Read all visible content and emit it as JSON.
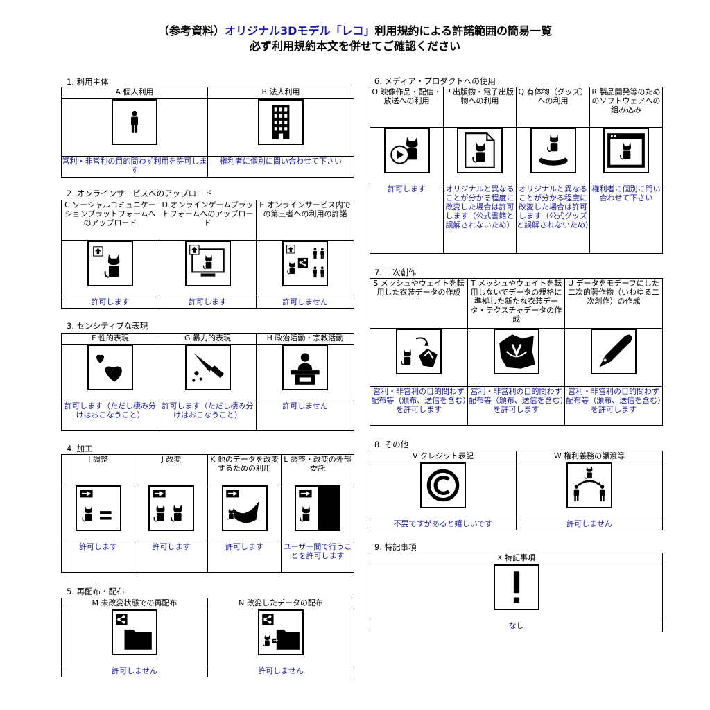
{
  "title": {
    "prefix": "（参考資料）",
    "accent": "オリジナル3Dモデル「レコ」",
    "suffix": "利用規約による許諾範囲の簡易一覧",
    "line2": "必ず利用規約本文を併せてご確認ください"
  },
  "colors": {
    "accent": "#1a1aa0",
    "border": "#000000"
  },
  "sections": {
    "s1": {
      "label": "1. 利用主体",
      "cells": [
        {
          "head": "A 個人利用",
          "icon": "person-icon",
          "cap": "営利・非営利の目的問わず利用を許可します"
        },
        {
          "head": "B 法人利用",
          "icon": "building-icon",
          "cap": "権利者に個別に問い合わせて下さい"
        }
      ]
    },
    "s2": {
      "label": "2. オンラインサービスへのアップロード",
      "cells": [
        {
          "head": "C ソーシャルコミュニケーションプラットフォームへのアップロード",
          "icon": "upload-cat-icon",
          "cap": "許可します"
        },
        {
          "head": "D オンラインゲームプラットフォームへのアップロード",
          "icon": "upload-monitor-cat-icon",
          "cap": "許可します"
        },
        {
          "head": "E オンラインサービス内での第三者への利用の許諾",
          "icon": "share-to-users-icon",
          "cap": "許可しません"
        }
      ]
    },
    "s3": {
      "label": "3. センシティブな表現",
      "cells": [
        {
          "head": "F 性的表現",
          "icon": "hearts-icon",
          "cap": "許可します（ただし棲み分けはおこなうこと）"
        },
        {
          "head": "G 暴力的表現",
          "icon": "knife-icon",
          "cap": "許可します（ただし棲み分けはおこなうこと）"
        },
        {
          "head": "H 政治活動・宗教活動",
          "icon": "podium-speaker-icon",
          "cap": "許可しません"
        }
      ]
    },
    "s4": {
      "label": "4. 加工",
      "cells": [
        {
          "head": "I 調整",
          "icon": "adjust-cat-equal-icon",
          "cap": "許可します"
        },
        {
          "head": "J 改変",
          "icon": "modify-cat-icon",
          "cap": "許可します"
        },
        {
          "head": "K 他のデータを改変するための利用",
          "icon": "cat-to-other-data-icon",
          "cap": "許可します"
        },
        {
          "head": "L 調整・改変の外部委託",
          "icon": "outsource-icon",
          "cap": "ユーザー間で行うことを許可します"
        }
      ]
    },
    "s5": {
      "label": "5. 再配布・配布",
      "cells": [
        {
          "head": "M 未改変状態での再配布",
          "icon": "share-folder-cat-icon",
          "cap": "許可しません"
        },
        {
          "head": "N 改変したデータの配布",
          "icon": "share-modified-icon",
          "cap": "許可しません"
        }
      ]
    },
    "s6": {
      "label": "6. メディア・プロダクトへの使用",
      "cells": [
        {
          "head": "O 映像作品・配信・放送への利用",
          "icon": "video-play-cat-icon",
          "cap": "許可します"
        },
        {
          "head": "P 出版物・電子出版物への利用",
          "icon": "document-cat-icon",
          "cap": "オリジナルと異なることが分かる程度に改変した場合は許可します（公式書籍と誤解されないため）"
        },
        {
          "head": "Q 有体物（グッズ）への利用",
          "icon": "figure-stand-cat-icon",
          "cap": "オリジナルと異なることが分かる程度に改変した場合は許可します（公式グッズと誤解されないため）"
        },
        {
          "head": "R 製品開発等のためのソフトウェアへの組み込み",
          "icon": "window-cat-icon",
          "cap": "権利者に個別に問い合わせて下さい"
        }
      ]
    },
    "s7": {
      "label": "7. 二次創作",
      "cells": [
        {
          "head": "S メッシュやウェイトを転用した衣装データの作成",
          "icon": "cat-to-costume-icon",
          "cap": "営利・非営利の目的問わず配布等（頒布、送信を含む）を許可します"
        },
        {
          "head": "T メッシュやウェイトを転用しないでデータの規格に準拠した新たな衣装データ・テクスチャデータの作成",
          "icon": "costume-icon",
          "cap": "営利・非営利の目的問わず配布等（頒布、送信を含む）を許可します"
        },
        {
          "head": "U データをモチーフにした二次的著作物（いわゆる二次創作）の作成",
          "icon": "pen-nib-icon",
          "cap": "営利・非営利の目的問わず配布等（頒布、送信を含む）を許可します"
        }
      ]
    },
    "s8": {
      "label": "8. その他",
      "cells": [
        {
          "head": "V クレジット表記",
          "icon": "copyright-icon",
          "cap": "不要ですがあると嬉しいです"
        },
        {
          "head": "W 権利義務の譲渡等",
          "icon": "transfer-icon",
          "cap": "許可しません"
        }
      ]
    },
    "s9": {
      "label": "9. 特記事項",
      "cells": [
        {
          "head": "X 特記事項",
          "icon": "exclamation-icon",
          "cap": "なし"
        }
      ]
    }
  }
}
